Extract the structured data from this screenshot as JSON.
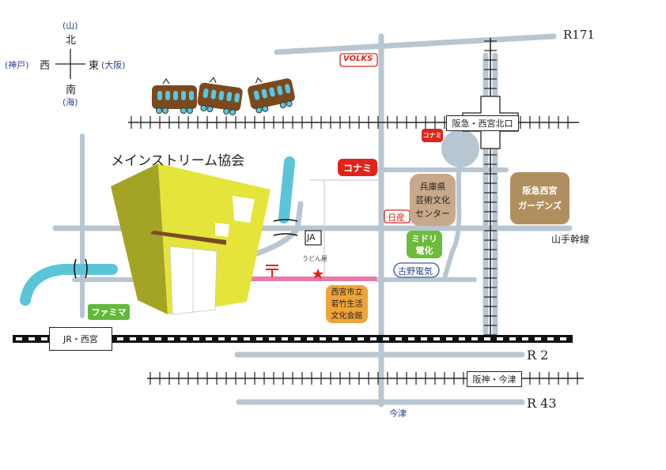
{
  "compass": {
    "north": "北",
    "north_sub": "(山)",
    "south": "南",
    "south_sub": "(海)",
    "east": "東",
    "east_sub": "(大阪)",
    "west": "西",
    "west_sub": "(神戸)"
  },
  "title": "メインストリーム協会",
  "roads": {
    "r171": "R171",
    "r2": "R 2",
    "r43": "R 43",
    "yamate": "山手幹線",
    "imazu_road": "今津"
  },
  "stations": {
    "hankyu": "阪急・西宮北口",
    "jr": "JR・西宮",
    "hanshin": "阪神・今津"
  },
  "places": {
    "volks": "VOLKS",
    "konami_small": "コナミ",
    "konami": "コナミ",
    "nissan": "日産",
    "hyogo_line1": "兵庫県",
    "hyogo_line2": "芸術文化",
    "hyogo_line3": "センター",
    "gardens_line1": "阪急西宮",
    "gardens_line2": "ガーデンズ",
    "midori_line1": "ミドリ",
    "midori_line2": "電化",
    "furuno": "古野電気",
    "ja": "JA",
    "udon": "うどん屋",
    "post": "〒",
    "famima": "ファミマ",
    "bunka_line1": "西宮市立",
    "bunka_line2": "若竹生活",
    "bunka_line3": "文化会館"
  },
  "colors": {
    "road": "#b8c6d2",
    "river": "#5bc5d8",
    "building_face": "#e4e43a",
    "building_side": "#a3a325",
    "train": "#7a4a1e",
    "window": "#56c7e2",
    "konami": "#e2231a",
    "midori": "#6dbb3c",
    "famima": "#63b83a",
    "hyogo": "#c7a98a",
    "gardens": "#b08f5f",
    "bunka": "#eea43a",
    "pink_road": "#e879a8"
  }
}
